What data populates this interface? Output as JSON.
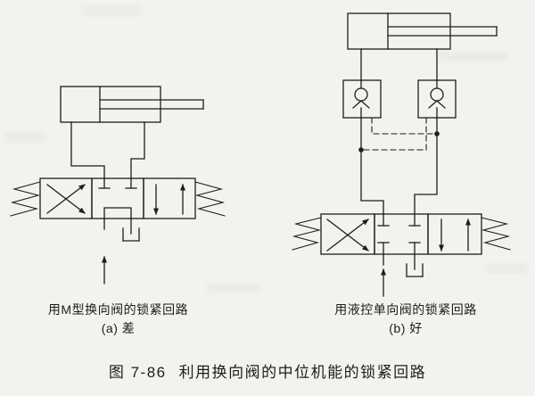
{
  "page": {
    "background_color": "#f3f2ee",
    "line_color": "#1d1d1b",
    "figure_label": "图 7-86",
    "figure_title": "利用换向阀的中位机能的锁紧回路"
  },
  "diagram_a": {
    "caption_line1": "用M型换向阀的锁紧回路",
    "caption_line2": "(a) 差",
    "symbols": [
      "hydraulic-cylinder",
      "three-position-four-way-valve",
      "m-type-center-position",
      "crossed-flow-arrows",
      "parallel-flow-arrows",
      "return-spring-left",
      "return-spring-right",
      "tank-symbol",
      "pressure-supply-arrow"
    ]
  },
  "diagram_b": {
    "caption_line1": "用液控单向阀的锁紧回路",
    "caption_line2": "(b) 好",
    "symbols": [
      "hydraulic-cylinder",
      "pilot-operated-check-valve-left",
      "pilot-operated-check-valve-right",
      "pilot-line-dashed",
      "junction-dots",
      "three-position-four-way-valve",
      "closed-center-position",
      "crossed-flow-arrows",
      "parallel-flow-arrows",
      "return-spring-left",
      "return-spring-right",
      "tank-symbol",
      "pressure-supply-arrow"
    ]
  }
}
